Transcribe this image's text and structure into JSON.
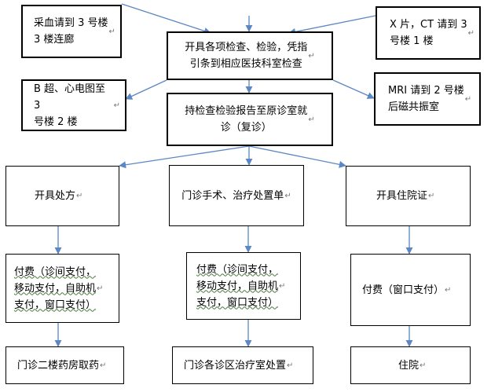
{
  "boxes": {
    "blood": {
      "text": "采血请到 3 号楼\n3 楼连廊"
    },
    "exam": {
      "text": "开具各项检查、检验，凭指\n引条到相应医技科室检查"
    },
    "xray": {
      "text": "X 片，CT 请到 3\n号楼 1 楼"
    },
    "ultrasound": {
      "text": "B 超、心电图至 3\n号楼 2 楼"
    },
    "report": {
      "text": "持检查检验报告至原诊室就\n诊（复诊）"
    },
    "mri": {
      "text": "MRI 请到 2 号楼\n后磁共振室"
    },
    "prescription": {
      "text": "开具处方"
    },
    "surgery": {
      "text": "门诊手术、治疗处置单"
    },
    "admission": {
      "text": "开具住院证"
    },
    "pay1": {
      "text": "付费（诊间支付，\n移动支付，自助机\n支付，窗口支付）"
    },
    "pay2": {
      "text": "付费（诊间支付，\n移动支付，自助机\n支付，窗口支付）"
    },
    "pay3": {
      "text": "付费（窗口支付）"
    },
    "pharmacy": {
      "text": "门诊二楼药房取药"
    },
    "treatment": {
      "text": "门诊各诊区治疗室处置"
    },
    "hospitalize": {
      "text": "住院"
    }
  },
  "paragraph_mark": "↵",
  "colors": {
    "arrow": "#5b87c5",
    "border": "#000000"
  }
}
